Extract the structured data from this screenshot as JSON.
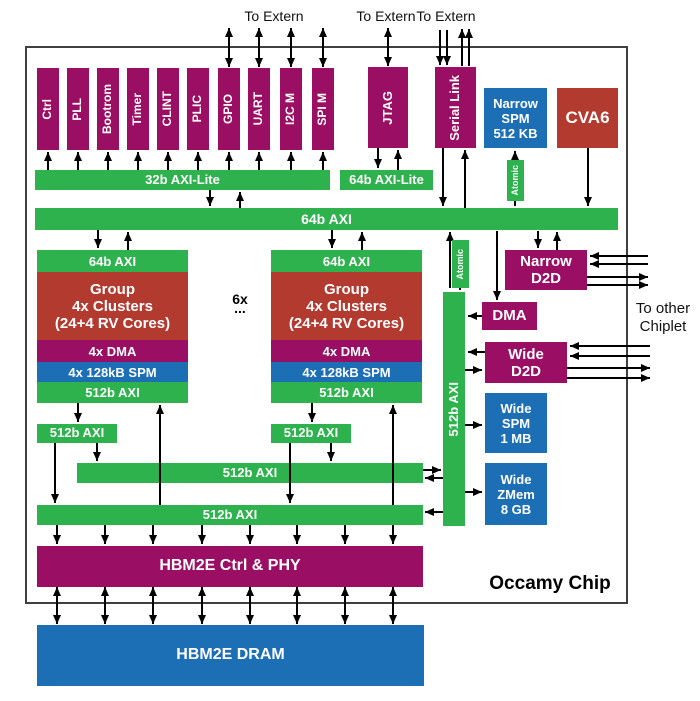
{
  "chip": {
    "label": "Occamy Chip"
  },
  "external_labels": {
    "to_extern_io": "To Extern",
    "to_extern_jtag": "To Extern",
    "to_extern_serial": "To Extern",
    "to_other_chiplet": {
      "line1": "To other",
      "line2": "Chiplet"
    }
  },
  "peripherals": {
    "items": [
      {
        "label": "Ctrl"
      },
      {
        "label": "PLL"
      },
      {
        "label": "Bootrom"
      },
      {
        "label": "Timer"
      },
      {
        "label": "CLINT"
      },
      {
        "label": "PLIC"
      },
      {
        "label": "GPIO"
      },
      {
        "label": "UART"
      },
      {
        "label": "I2C M"
      },
      {
        "label": "SPI M"
      }
    ]
  },
  "jtag": {
    "label": "JTAG"
  },
  "serial_link": {
    "label": "Serial Link"
  },
  "narrow_spm": {
    "line1": "Narrow",
    "line2": "SPM",
    "line3": "512 KB"
  },
  "cva6": {
    "label": "CVA6"
  },
  "buses": {
    "axi_lite_32b": {
      "label": "32b AXI-Lite"
    },
    "axi_lite_64b": {
      "label": "64b AXI-Lite"
    },
    "axi_64b": {
      "label": "64b AXI"
    },
    "axi_512b_vertical": {
      "label": "512b AXI"
    },
    "axi_512b_mid": {
      "label": "512b AXI"
    },
    "axi_512b_wide": {
      "label": "512b AXI"
    },
    "axi_512b_stub_left": {
      "label": "512b AXI"
    },
    "axi_512b_stub_right": {
      "label": "512b AXI"
    }
  },
  "atomic_adapters": {
    "top": {
      "label": "Atomic"
    },
    "mid": {
      "label": "Atomic"
    }
  },
  "cluster_groups": {
    "count_label": "6x",
    "ellipsis": "...",
    "header": "64b AXI",
    "body": {
      "line1": "Group",
      "line2": "4x Clusters",
      "line3": "(24+4 RV Cores)"
    },
    "dma": "4x DMA",
    "spm": "4x 128kB SPM",
    "footer": "512b AXI"
  },
  "narrow_d2d": {
    "line1": "Narrow",
    "line2": "D2D"
  },
  "dma": {
    "label": "DMA"
  },
  "wide_d2d": {
    "line1": "Wide",
    "line2": "D2D"
  },
  "wide_spm": {
    "line1": "Wide",
    "line2": "SPM",
    "line3": "1 MB"
  },
  "wide_zmem": {
    "line1": "Wide",
    "line2": "ZMem",
    "line3": "8 GB"
  },
  "hbm": {
    "ctrl_phy": "HBM2E Ctrl & PHY",
    "dram": "HBM2E DRAM"
  },
  "colors": {
    "peripheral_purple": "#9a0e63",
    "bus_green": "#2eb24e",
    "memory_blue": "#1c6fb5",
    "compute_red": "#b23a2f"
  }
}
